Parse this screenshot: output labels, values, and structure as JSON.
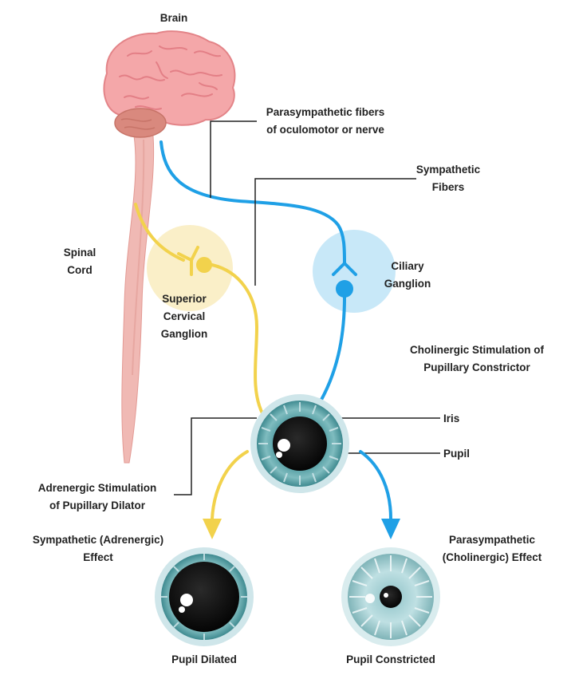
{
  "labels": {
    "brain": "Brain",
    "spinal_cord": [
      "Spinal",
      "Cord"
    ],
    "parasympathetic_fibers": [
      "Parasympathetic fibers",
      "of oculomotor or nerve"
    ],
    "sympathetic_fibers": [
      "Sympathetic",
      "Fibers"
    ],
    "ciliary_ganglion": [
      "Ciliary",
      "Ganglion"
    ],
    "superior_cervical_ganglion": [
      "Superior",
      "Cervical",
      "Ganglion"
    ],
    "cholinergic_stimulation": [
      "Cholinergic Stimulation of",
      "Pupillary Constrictor"
    ],
    "iris": "Iris",
    "pupil": "Pupil",
    "adrenergic_stimulation": [
      "Adrenergic Stimulation",
      "of Pupillary Dilator"
    ],
    "sympathetic_effect": [
      "Sympathetic (Adrenergic)",
      "Effect"
    ],
    "parasympathetic_effect": [
      "Parasympathetic",
      "(Cholinergic) Effect"
    ],
    "pupil_dilated": "Pupil Dilated",
    "pupil_constricted": "Pupil Constricted"
  },
  "colors": {
    "brain": "#f4a7a9",
    "brain_stem": "#d9897e",
    "spinal_cord": "#f0b9b4",
    "sympathetic": "#f2d24c",
    "sympathetic_halo": "#faefc8",
    "parasympathetic": "#1fa0e6",
    "parasympathetic_halo": "#c8e8f8",
    "iris": "#4f9aa0",
    "iris_light": "#cfe6ea",
    "pupil": "#111111",
    "leader_line": "#222222"
  }
}
